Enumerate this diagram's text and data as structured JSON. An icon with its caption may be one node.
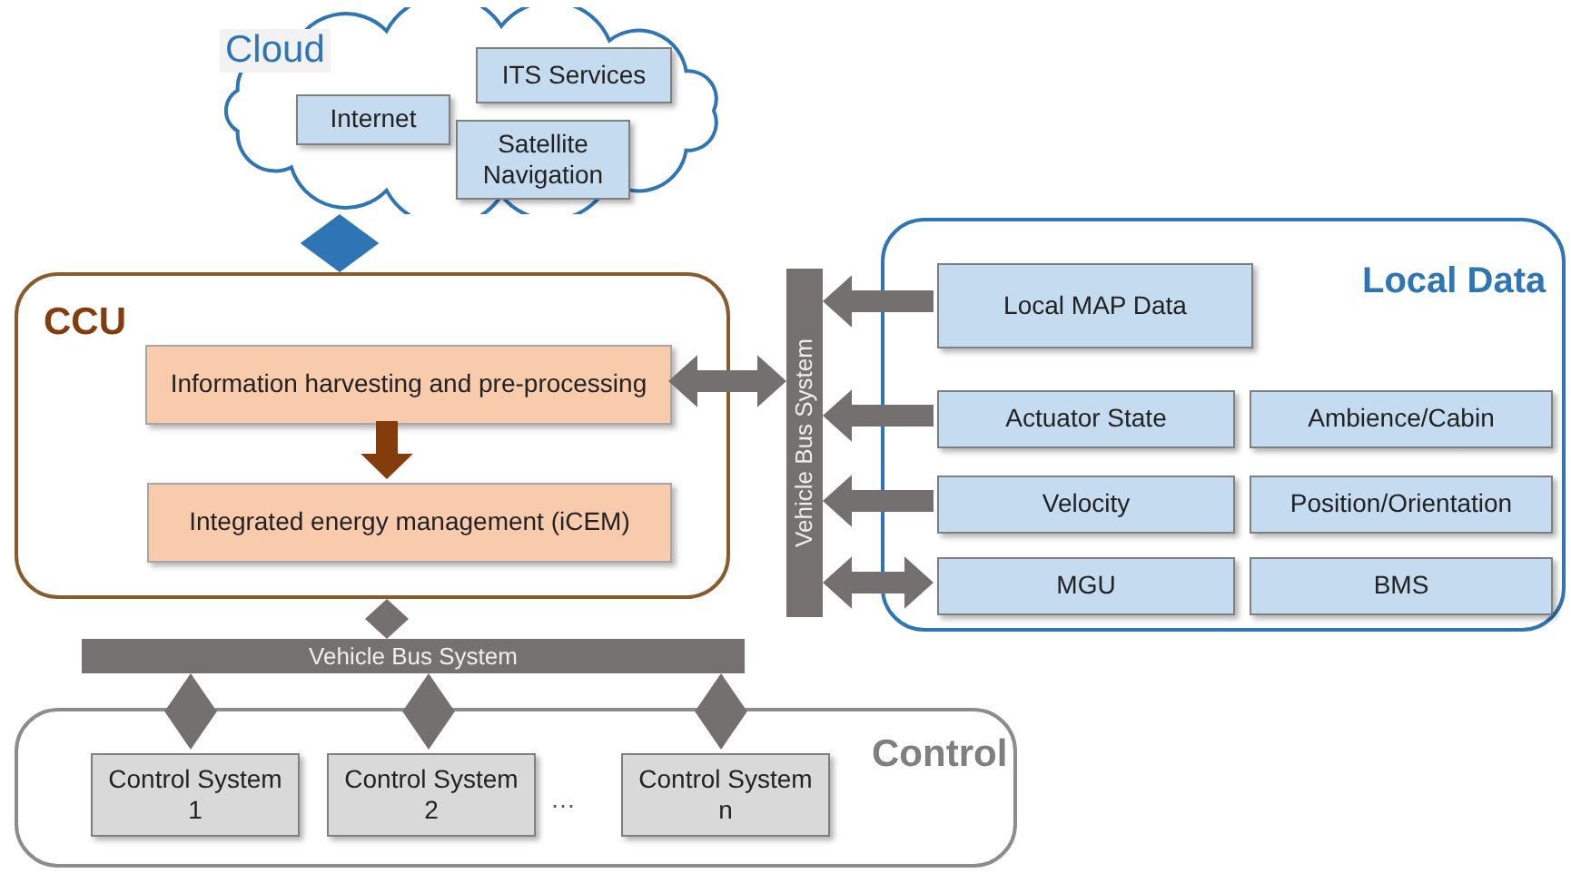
{
  "diagram": {
    "nodes": [
      {
        "text": [
          "Cloud"
        ]
      },
      {
        "text": [
          "Internet"
        ],
        "in": 0
      },
      {
        "text": [
          "ITS Services"
        ],
        "in": 0
      },
      {
        "text": [
          "Satellite Navigation"
        ],
        "in": 0
      },
      {
        "text": [
          "CCU"
        ]
      },
      {
        "text": [
          "Information harvesting and pre-processing"
        ],
        "in": 4
      },
      {
        "text": [
          "Integrated energy management (iCEM)"
        ],
        "in": 4
      },
      {
        "text": [
          "Vehicle Bus System"
        ]
      },
      {
        "text": [
          "Local Data"
        ]
      },
      {
        "text": [
          "Local MAP Data"
        ],
        "in": 8
      },
      {
        "text": [
          "Actuator State"
        ],
        "in": 8
      },
      {
        "text": [
          "Ambience/Cabin"
        ],
        "in": 8
      },
      {
        "text": [
          "Velocity"
        ],
        "in": 8
      },
      {
        "text": [
          "Position/Orientation"
        ],
        "in": 8
      },
      {
        "text": [
          "MGU"
        ],
        "in": 8
      },
      {
        "text": [
          "BMS"
        ],
        "in": 8
      },
      {
        "text": [
          "Vehicle Bus System"
        ]
      },
      {
        "text": [
          "Control"
        ]
      },
      {
        "text": [
          "Control System 1"
        ],
        "in": 17
      },
      {
        "text": [
          "Control System 2"
        ],
        "in": 17
      },
      {
        "text": [
          "Control System n"
        ],
        "in": 17
      }
    ],
    "edges": [
      {
        "from": 0,
        "to": 4,
        "arrow": "both",
        "color": "#2e75b6"
      },
      {
        "from": 5,
        "to": 6,
        "arrow": "to",
        "color": "#843c0c"
      },
      {
        "from": 5,
        "to": 7,
        "arrow": "both"
      },
      {
        "from": 9,
        "to": 7,
        "arrow": "to"
      },
      {
        "from": 10,
        "to": 7,
        "arrow": "to"
      },
      {
        "from": 12,
        "to": 7,
        "arrow": "to"
      },
      {
        "from": 14,
        "to": 7,
        "arrow": "both"
      },
      {
        "from": 4,
        "to": 16,
        "arrow": "both"
      },
      {
        "from": 16,
        "to": 18,
        "arrow": "both"
      },
      {
        "from": 16,
        "to": 19,
        "arrow": "both"
      },
      {
        "from": 16,
        "to": 20,
        "arrow": "both"
      }
    ],
    "labels": [
      "…"
    ]
  }
}
